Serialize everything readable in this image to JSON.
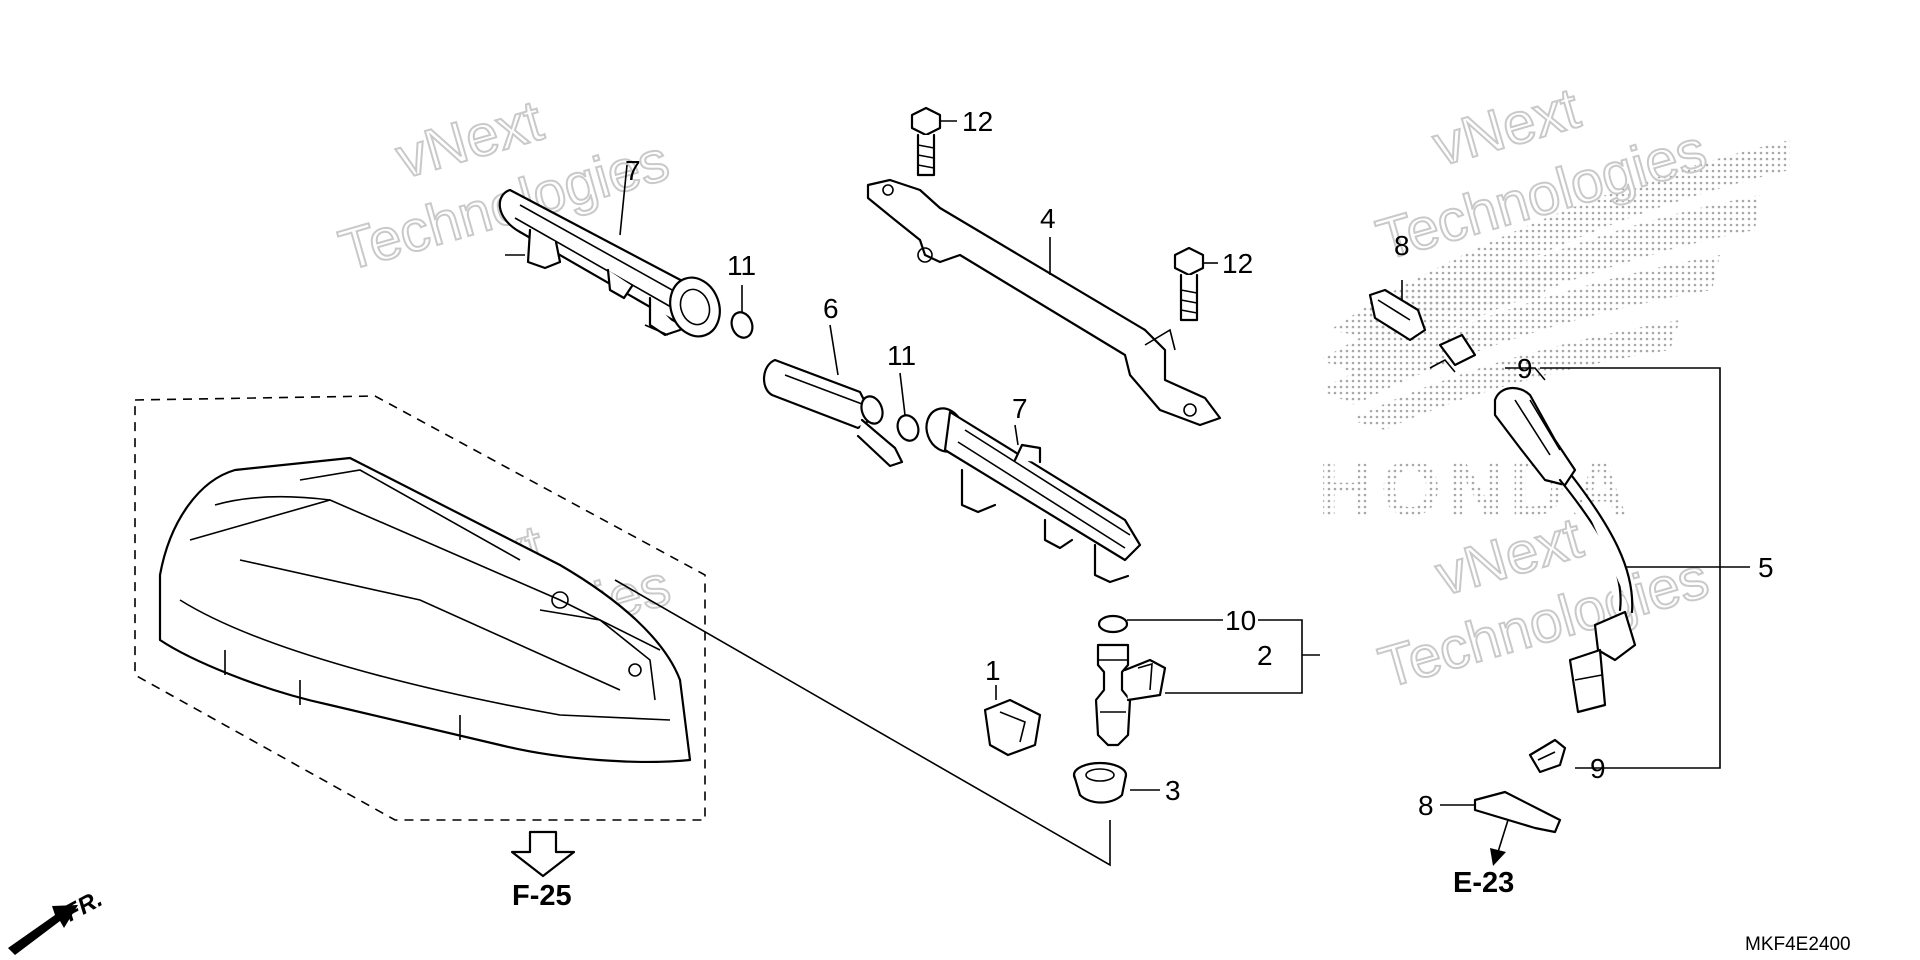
{
  "diagram": {
    "callouts": [
      "1",
      "2",
      "3",
      "4",
      "5",
      "6",
      "7",
      "7",
      "8",
      "8",
      "9",
      "9",
      "10",
      "11",
      "11",
      "12",
      "12"
    ],
    "references": {
      "air_cleaner_ref": "F-25",
      "harness_ref": "E-23"
    },
    "front_marker": "FR.",
    "diagram_code": "MKF4E2400"
  },
  "watermark": {
    "line1": "vNext",
    "line2": "Technologies"
  },
  "logo_text": "HONDA",
  "colors": {
    "line": "#000000",
    "watermark": "#c9c9c9",
    "logo_dots": "#9a9a9a"
  }
}
